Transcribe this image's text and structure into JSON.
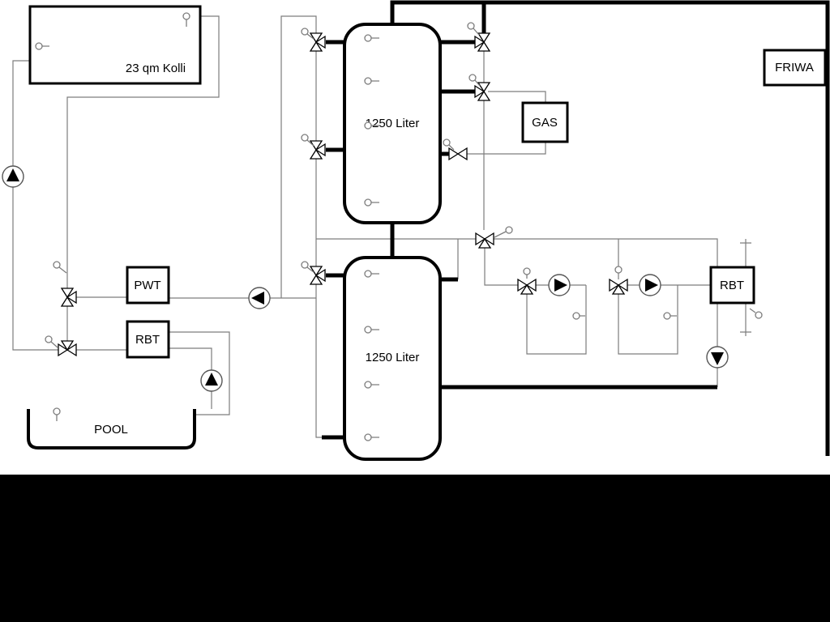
{
  "colors": {
    "background": "#ffffff",
    "letterbox": "#000000",
    "pipe_thin": "#7d7d7d",
    "pipe_thick": "#000000",
    "outline": "#000000"
  },
  "labels": {
    "collector": "23 qm Kolli",
    "tank_top": "1250 Liter",
    "tank_bottom": "1250 Liter",
    "pwt": "PWT",
    "rbt_left": "RBT",
    "gas": "GAS",
    "friwa": "FRIWA",
    "rbt_right": "RBT",
    "pool": "POOL"
  }
}
